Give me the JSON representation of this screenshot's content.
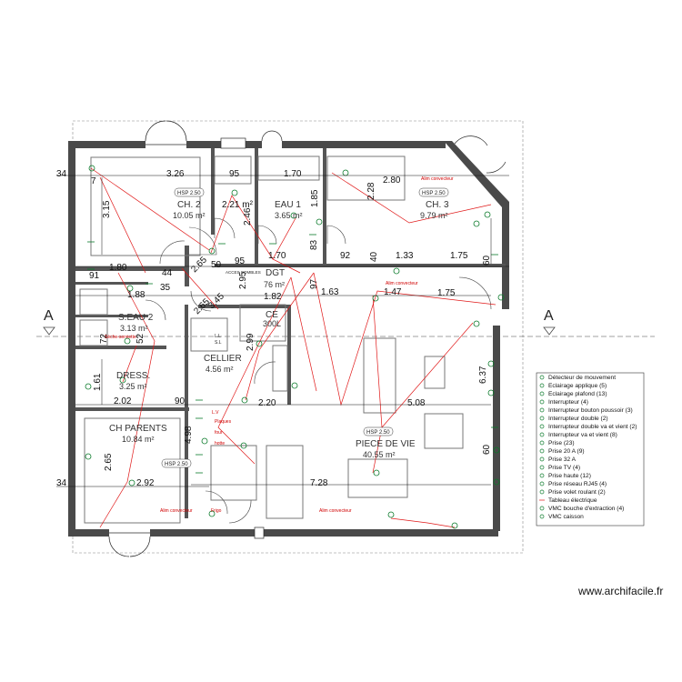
{
  "rooms": [
    {
      "name": "CH. 2",
      "area": "10.05 m²"
    },
    {
      "name": "EAU 1",
      "area": "3.65 m²"
    },
    {
      "name": "CH. 3",
      "area": "9.79 m²"
    },
    {
      "name": "DGT",
      "area": "76 m²"
    },
    {
      "name": "S.EAU 2",
      "area": "3.13 m²"
    },
    {
      "name": "CELLIER",
      "area": "4.56 m²"
    },
    {
      "name": "DRESS.",
      "area": "3.25 m²"
    },
    {
      "name": "CH PARENTS",
      "area": "10.84 m²"
    },
    {
      "name": "PIECE DE VIE",
      "area": "40.55 m²"
    },
    {
      "name": "CE",
      "area": "300L"
    }
  ],
  "hsp_tags": [
    "HSP 2.50",
    "HSP 2.50",
    "HSP 2.50",
    "HSP 2.50"
  ],
  "dimensions": {
    "d34a": "34",
    "d326": "3.26",
    "d95a": "95",
    "d170a": "1.70",
    "d280": "2.80",
    "d315": "3.15",
    "d221": "2.21 m²",
    "d246": "2.46",
    "d185": "1.85",
    "d228": "2.28",
    "d180": "1.80",
    "d44": "44",
    "d95b": "95",
    "d170b": "1.70",
    "d83": "83",
    "d92": "92",
    "d133": "1.33",
    "d175a": "1.75",
    "d60a": "60",
    "d40": "40",
    "d91": "91",
    "d188": "1.88",
    "d35": "35",
    "d265": "2.65",
    "d345": "3.45",
    "d295": "2.95",
    "d50": "50",
    "d182": "1.82",
    "d97": "97",
    "d163": "1.63",
    "d147": "1.47",
    "d175b": "1.75",
    "d72": "72",
    "d52": "52",
    "d299": "2.99",
    "d637": "6.37",
    "d161": "1.61",
    "d202": "2.02",
    "d90": "90",
    "d220": "2.20",
    "d508": "5.08",
    "d498": "4.98",
    "d34b": "34",
    "d292": "2.92",
    "d728": "7.28",
    "d60b": "60",
    "d7": "7"
  },
  "section_marks": [
    "A",
    "A"
  ],
  "annotations": {
    "alim1": "Alim convecteur",
    "alim2": "Alim convecteur",
    "alim3": "Alim convecteur",
    "alim4": "Alim convecteur",
    "alim5": "Alim convecteur",
    "seche": "Sèche-serviette",
    "frigo": "Frigo",
    "acces": "ACCES COMBLES",
    "lv": "L.V",
    "plaque": "Plaques",
    "four": "four",
    "hotte": "hotte",
    "ll": "L.L",
    "sl": "S.L"
  },
  "legend": {
    "items": [
      "Détecteur de mouvement",
      "Eclairage applique (5)",
      "Eclairage plafond (13)",
      "Interrupteur (4)",
      "Interrupteur bouton poussoir (3)",
      "Interrupteur double (2)",
      "Interrupteur double va et vient (2)",
      "Interrupteur va et vient (8)",
      "Prise (23)",
      "Prise 20 A (9)",
      "Prise 32 A",
      "Prise TV (4)",
      "Prise haute (12)",
      "Prise réseau RJ45 (4)",
      "Prise volet roulant (2)",
      "Tableau électrique",
      "VMC bouche d'extraction (4)",
      "VMC caisson"
    ]
  },
  "watermark": "www.archifacile.fr",
  "colors": {
    "wall": "#4a4a4a",
    "wire": "#e01818",
    "symbol": "#0a7a2a",
    "dim": "#111111",
    "window": "#2a2a2a"
  }
}
